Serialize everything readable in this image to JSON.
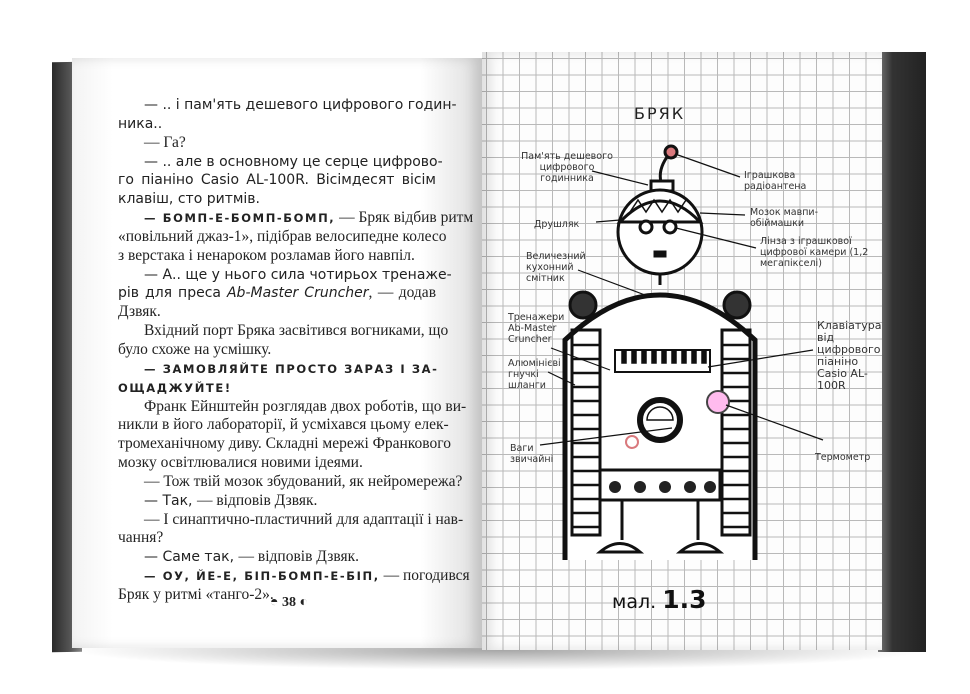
{
  "left_page": {
    "lines": [
      {
        "ind": true,
        "segs": [
          {
            "s": "sans",
            "t": "— .. і пам'ять дешевого цифрового годин-"
          }
        ]
      },
      {
        "ind": false,
        "last": true,
        "segs": [
          {
            "s": "sans",
            "t": "ника.."
          }
        ]
      },
      {
        "ind": true,
        "last": true,
        "segs": [
          {
            "s": "serif",
            "t": "— Га?"
          }
        ]
      },
      {
        "ind": true,
        "segs": [
          {
            "s": "sans",
            "t": "— .. але в основному це серце цифрово-"
          }
        ]
      },
      {
        "ind": false,
        "segs": [
          {
            "s": "sans",
            "t": "го піаніно Casio AL-100R. Вісімдесят вісім"
          }
        ]
      },
      {
        "ind": false,
        "last": true,
        "segs": [
          {
            "s": "sans",
            "t": "клавіш, сто ритмів."
          }
        ]
      },
      {
        "ind": true,
        "segs": [
          {
            "s": "caps",
            "t": "— Бомп-е-бомп-бомп,"
          },
          {
            "s": "serif",
            "t": " — Бряк відбив ритм"
          }
        ]
      },
      {
        "ind": false,
        "segs": [
          {
            "s": "serif",
            "t": "«повільний джаз-1», підібрав велосипедне колесо"
          }
        ]
      },
      {
        "ind": false,
        "last": true,
        "segs": [
          {
            "s": "serif",
            "t": "з верстака і ненароком розламав його навпіл."
          }
        ]
      },
      {
        "ind": true,
        "segs": [
          {
            "s": "sans",
            "t": "— А.. ще у нього сила чотирьох тренаже-"
          }
        ]
      },
      {
        "ind": false,
        "segs": [
          {
            "s": "sans",
            "t": "рів для преса "
          },
          {
            "s": "ital",
            "t": "Ab-Master Cruncher"
          },
          {
            "s": "serif",
            "t": ", — додав"
          }
        ]
      },
      {
        "ind": false,
        "last": true,
        "segs": [
          {
            "s": "serif",
            "t": "Дзвяк."
          }
        ]
      },
      {
        "ind": true,
        "segs": [
          {
            "s": "serif",
            "t": "Вхідний порт Бряка засвітився вогниками, що"
          }
        ]
      },
      {
        "ind": false,
        "last": true,
        "segs": [
          {
            "s": "serif",
            "t": "було схоже на усмішку."
          }
        ]
      },
      {
        "ind": true,
        "segs": [
          {
            "s": "caps",
            "t": "— Замовляйте просто зараз і за-"
          }
        ]
      },
      {
        "ind": false,
        "last": true,
        "segs": [
          {
            "s": "caps",
            "t": "ощаджуйте!"
          }
        ]
      },
      {
        "ind": true,
        "segs": [
          {
            "s": "serif",
            "t": "Франк Ейнштейн розглядав двох роботів, що ви-"
          }
        ]
      },
      {
        "ind": false,
        "segs": [
          {
            "s": "serif",
            "t": "никли в його лабораторії, й усміхався цьому елек-"
          }
        ]
      },
      {
        "ind": false,
        "segs": [
          {
            "s": "serif",
            "t": "тромеханічному диву. Складні мережі Франкового"
          }
        ]
      },
      {
        "ind": false,
        "last": true,
        "segs": [
          {
            "s": "serif",
            "t": "мозку освітлювалися новими ідеями."
          }
        ]
      },
      {
        "ind": true,
        "last": true,
        "segs": [
          {
            "s": "serif",
            "t": "— Тож твій мозок збудований, як нейромережа?"
          }
        ]
      },
      {
        "ind": true,
        "last": true,
        "segs": [
          {
            "s": "sans",
            "t": "— Так, "
          },
          {
            "s": "serif",
            "t": "— відповів Дзвяк."
          }
        ]
      },
      {
        "ind": true,
        "segs": [
          {
            "s": "serif",
            "t": "— І синаптично-пластичний для адаптації і нав-"
          }
        ]
      },
      {
        "ind": false,
        "last": true,
        "segs": [
          {
            "s": "serif",
            "t": "чання?"
          }
        ]
      },
      {
        "ind": true,
        "last": true,
        "segs": [
          {
            "s": "sans",
            "t": "— Саме так, "
          },
          {
            "s": "serif",
            "t": "— відповів Дзвяк."
          }
        ]
      },
      {
        "ind": true,
        "segs": [
          {
            "s": "caps",
            "t": "— Оу, йе-е, біп-бомп-е-біп,"
          },
          {
            "s": "serif",
            "t": " — погодився"
          }
        ]
      },
      {
        "ind": false,
        "last": true,
        "segs": [
          {
            "s": "serif",
            "t": "Бряк у ритмі «танго-2»."
          }
        ]
      }
    ],
    "page_number": "38"
  },
  "right_page": {
    "title": "БРЯК",
    "labels": {
      "clock_memory": "Пам'ять дешевого цифрового годинника",
      "antenna": "Іграшкова радіоантена",
      "colander": "Друшляк",
      "brain": "Мозок мавпи-обіймашки",
      "lens": "Лінза з іграшкової цифрової камери (1,2 мегапікселі)",
      "trash_can": "Величезний кухонний смітник",
      "ab_trainers": "Тренажери Ab-Master Cruncher",
      "keyboard": "Клавіатура від цифрового піаніно Casio AL-100R",
      "hoses": "Алюмінієві гнучкі шланги",
      "scale": "Ваги звичайні",
      "thermometer": "Термометр"
    },
    "figure_prefix": "мал.",
    "figure_number": "1.3"
  },
  "colors": {
    "accent_red": "#d9797d",
    "grid": "#b9b9b9"
  }
}
